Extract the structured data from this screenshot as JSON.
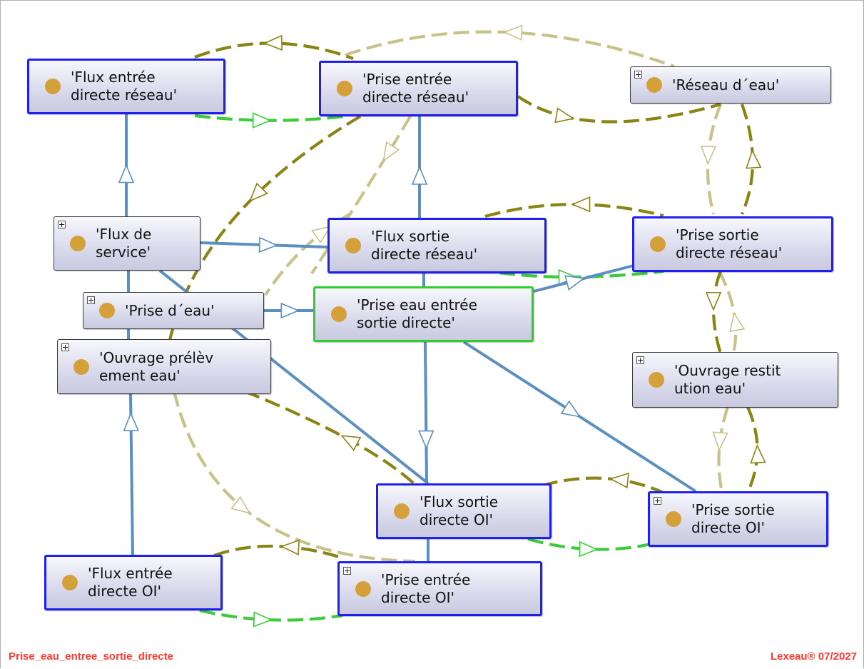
{
  "diagram": {
    "nodes": [
      {
        "id": "flux-entree-directe-reseau",
        "label": "'Flux entrée\ndirecte réseau'",
        "expander": false,
        "style": "sel"
      },
      {
        "id": "prise-entree-directe-reseau",
        "label": "'Prise entrée\ndirecte réseau'",
        "expander": false,
        "style": "sel"
      },
      {
        "id": "reseau-eau",
        "label": "'Réseau d´eau'",
        "expander": true,
        "style": "plain"
      },
      {
        "id": "flux-de-service",
        "label": "'Flux de\nservice'",
        "expander": true,
        "style": "plain"
      },
      {
        "id": "flux-sortie-directe-reseau",
        "label": "'Flux sortie\ndirecte réseau'",
        "expander": false,
        "style": "sel"
      },
      {
        "id": "prise-sortie-directe-reseau",
        "label": "'Prise sortie\ndirecte réseau'",
        "expander": false,
        "style": "sel"
      },
      {
        "id": "prise-eau",
        "label": "'Prise d´eau'",
        "expander": true,
        "style": "plain"
      },
      {
        "id": "prise-eau-entree-sortie-directe",
        "label": "'Prise eau entrée\nsortie directe'",
        "expander": false,
        "style": "green"
      },
      {
        "id": "ouvrage-prelevement-eau",
        "label": "'Ouvrage prélèv\nement eau'",
        "expander": true,
        "style": "plain"
      },
      {
        "id": "ouvrage-restitution-eau",
        "label": "'Ouvrage restit\nution eau'",
        "expander": true,
        "style": "plain"
      },
      {
        "id": "flux-sortie-directe-oi",
        "label": "'Flux sortie\ndirecte OI'",
        "expander": false,
        "style": "sel"
      },
      {
        "id": "prise-sortie-directe-oi",
        "label": "'Prise sortie\ndirecte OI'",
        "expander": true,
        "style": "sel"
      },
      {
        "id": "flux-entree-directe-oi",
        "label": "'Flux entrée\ndirecte OI'",
        "expander": false,
        "style": "sel"
      },
      {
        "id": "prise-entree-directe-oi",
        "label": "'Prise entrée\ndirecte OI'",
        "expander": true,
        "style": "sel"
      }
    ],
    "colors": {
      "subclass": "#5b8fbf",
      "relation_dark": "#8a8415",
      "relation_light": "#c8c28a",
      "relation_green": "#3bcc3b",
      "footer": "#ff3b30",
      "selected_border": "#1f1ff0",
      "current_border": "#2ad02a",
      "individual_dot": "#d4a03a"
    }
  },
  "footer": {
    "left": "Prise_eau_entree_sortie_directe",
    "right": "Lexeau® 07/2027"
  }
}
